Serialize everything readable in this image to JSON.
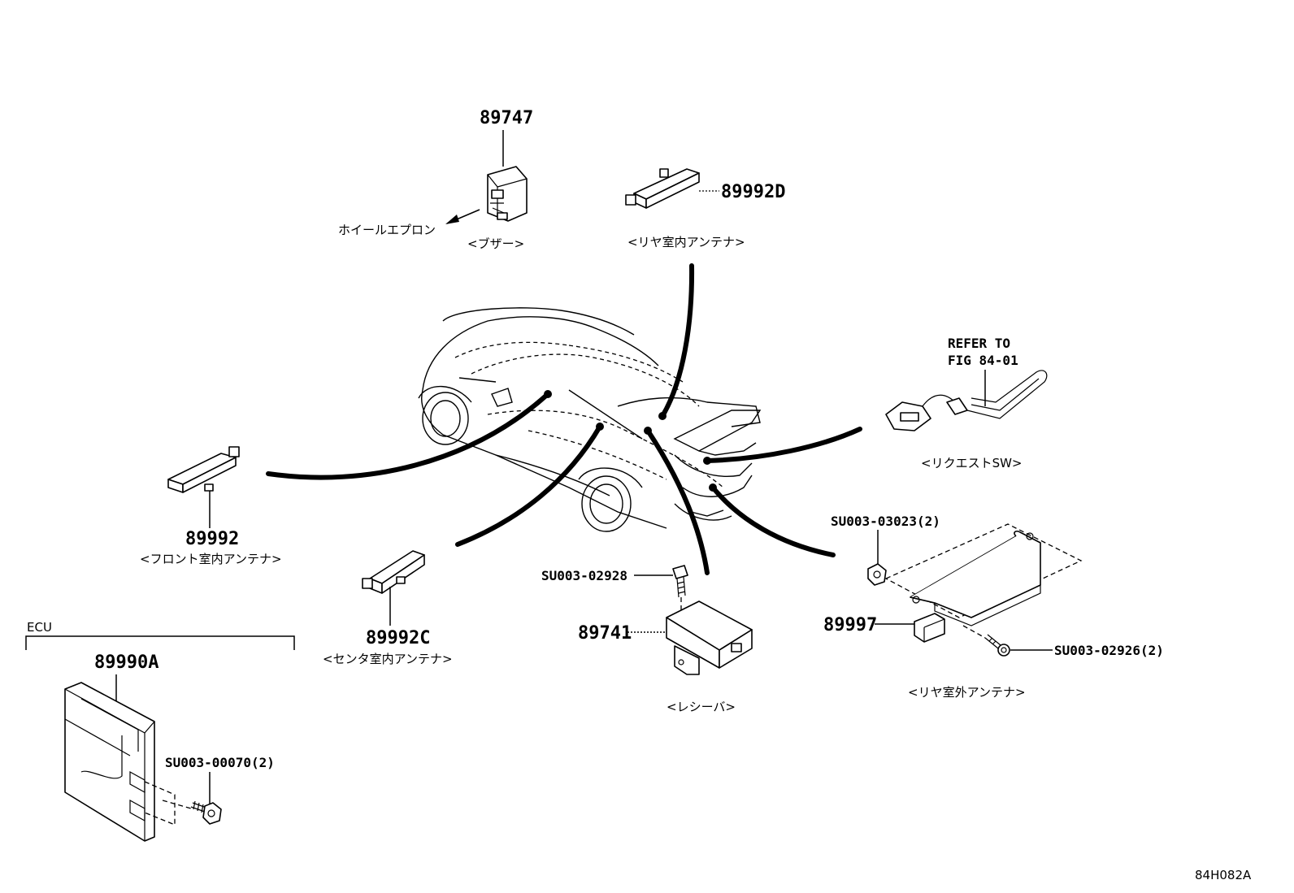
{
  "diagram_code": "84H082A",
  "buzzer": {
    "part_number": "89747",
    "name": "<ブザー>",
    "location_note": "ホイールエプロン"
  },
  "rear_inner_antenna": {
    "part_number": "89992D",
    "name": "<リヤ室内アンテナ>"
  },
  "front_inner_antenna": {
    "part_number": "89992",
    "name": "<フロント室内アンテナ>"
  },
  "center_inner_antenna": {
    "part_number": "89992C",
    "name": "<センタ室内アンテナ>"
  },
  "request_switch": {
    "refer_line1": "REFER TO",
    "refer_line2": "FIG 84-01",
    "name": "<リクエストSW>"
  },
  "receiver": {
    "part_number": "89741",
    "bolt": "SU003-02928",
    "name": "<レシーバ>"
  },
  "rear_outer_antenna": {
    "part_number": "89997",
    "nut": "SU003-03023(2)",
    "screw": "SU003-02926(2)",
    "name": "<リヤ室外アンテナ>"
  },
  "ecu": {
    "group_label": "ECU",
    "part_number": "89990A",
    "bolt": "SU003-00070(2)"
  }
}
